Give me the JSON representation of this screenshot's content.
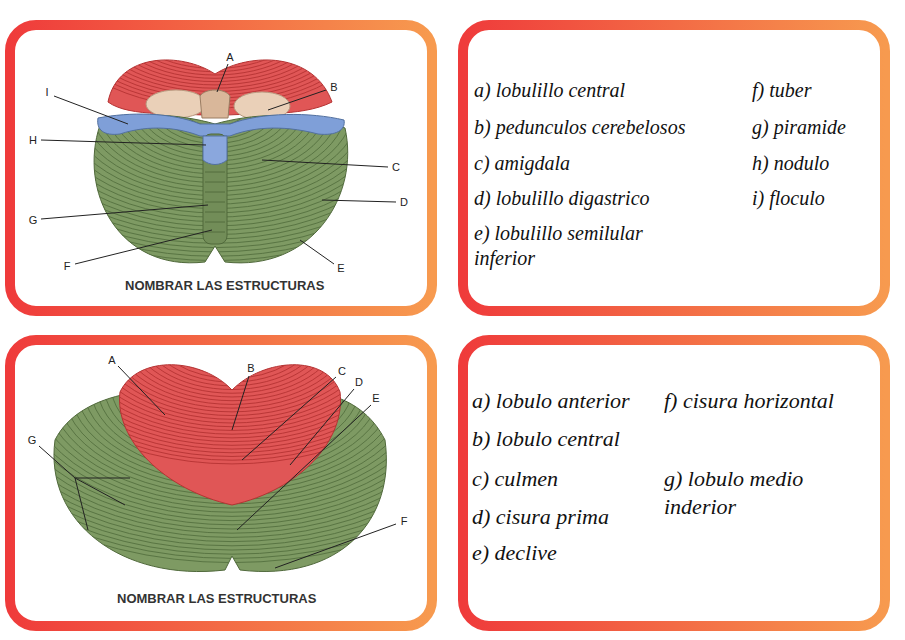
{
  "diagram": {
    "nodes": [
      {
        "text": [
          "NOMBRAR LAS ESTRUCTURAS"
        ]
      },
      {
        "text": [
          "a) lobulillo central",
          "b) pedunculos cerebelosos",
          "c) amigdala",
          "d) lobulillo digastrico",
          "e) lobulillo semilular inferior",
          "f) tuber",
          "g) piramide",
          "h) nodulo",
          "i) floculo"
        ]
      },
      {
        "text": [
          "NOMBRAR LAS ESTRUCTURAS"
        ]
      },
      {
        "text": [
          "a) lobulo anterior",
          "b) lobulo central",
          "c) culmen",
          "d) cisura prima",
          "e) declive",
          "f) cisura horizontal",
          "g) lobulo medio inderior"
        ]
      }
    ],
    "labels": [
      "A",
      "B",
      "C",
      "D",
      "E",
      "F",
      "G",
      "H",
      "I",
      "A",
      "B",
      "C",
      "D",
      "E",
      "F",
      "G"
    ]
  }
}
